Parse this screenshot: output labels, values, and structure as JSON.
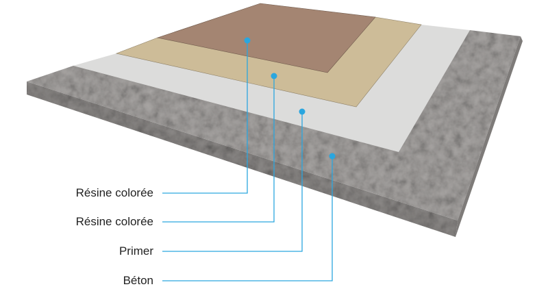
{
  "layers": [
    {
      "label": "Résine colorée",
      "color": "#a48572"
    },
    {
      "label": "Résine colorée",
      "color": "#cdbc98"
    },
    {
      "label": "Primer",
      "color": "#dcdcdc"
    },
    {
      "label": "Béton",
      "color": "#a9a6a4"
    }
  ],
  "accent": "#2aa6df"
}
